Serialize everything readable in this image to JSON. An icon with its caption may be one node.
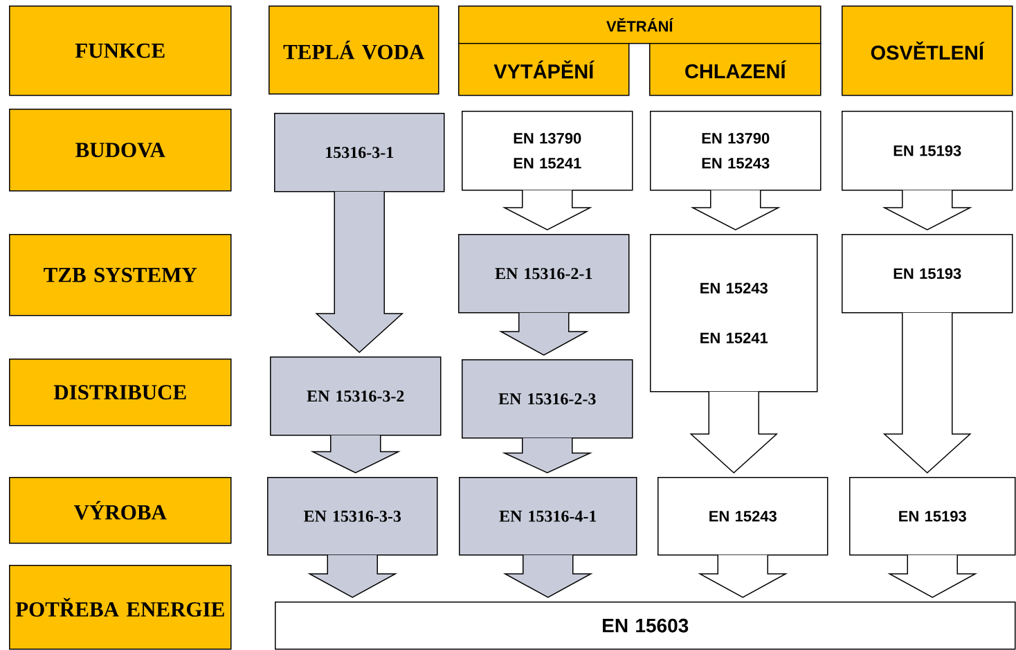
{
  "diagram": {
    "nodes": [
      {
        "text": [
          "FUNKCE"
        ]
      },
      {
        "text": [
          "TEPLÁ VODA"
        ]
      },
      {
        "text": [
          "VĚTRÁNÍ"
        ]
      },
      {
        "text": [
          "VYTÁPĚNÍ"
        ]
      },
      {
        "text": [
          "CHLAZENÍ"
        ]
      },
      {
        "text": [
          "OSVĚTLENÍ"
        ]
      },
      {
        "text": [
          "BUDOVA"
        ]
      },
      {
        "text": [
          "15316-3-1"
        ]
      },
      {
        "text": [
          "EN 13790",
          "EN 15241"
        ]
      },
      {
        "text": [
          "EN 13790",
          "EN 15243"
        ]
      },
      {
        "text": [
          "EN 15193"
        ]
      },
      {
        "text": [
          "TZB SYSTEMY"
        ]
      },
      {
        "text": [
          "EN 15316-2-1"
        ]
      },
      {
        "text": [
          "EN 15243",
          "EN 15241"
        ]
      },
      {
        "text": [
          "EN 15193"
        ]
      },
      {
        "text": [
          "DISTRIBUCE"
        ]
      },
      {
        "text": [
          "EN 15316-3-2"
        ]
      },
      {
        "text": [
          "EN 15316-2-3"
        ]
      },
      {
        "text": [
          "VÝROBA"
        ]
      },
      {
        "text": [
          "EN 15316-3-3"
        ]
      },
      {
        "text": [
          "EN 15316-4-1"
        ]
      },
      {
        "text": [
          "EN 15243"
        ]
      },
      {
        "text": [
          "EN 15193"
        ]
      },
      {
        "text": [
          "POTŘEBA ENERGIE"
        ]
      },
      {
        "text": [
          "EN 15603"
        ]
      }
    ],
    "edges": [
      {
        "from": 7,
        "to": 16,
        "arrow": "to"
      },
      {
        "from": 8,
        "to": 12,
        "arrow": "to"
      },
      {
        "from": 9,
        "to": 13,
        "arrow": "to"
      },
      {
        "from": 10,
        "to": 14,
        "arrow": "to"
      },
      {
        "from": 12,
        "to": 17,
        "arrow": "to"
      },
      {
        "from": 13,
        "to": 21,
        "arrow": "to"
      },
      {
        "from": 14,
        "to": 22,
        "arrow": "to"
      },
      {
        "from": 16,
        "to": 19,
        "arrow": "to"
      },
      {
        "from": 17,
        "to": 20,
        "arrow": "to"
      },
      {
        "from": 19,
        "to": 24,
        "arrow": "to"
      },
      {
        "from": 20,
        "to": 24,
        "arrow": "to"
      },
      {
        "from": 21,
        "to": 24,
        "arrow": "to"
      },
      {
        "from": 22,
        "to": 24,
        "arrow": "to"
      }
    ]
  }
}
